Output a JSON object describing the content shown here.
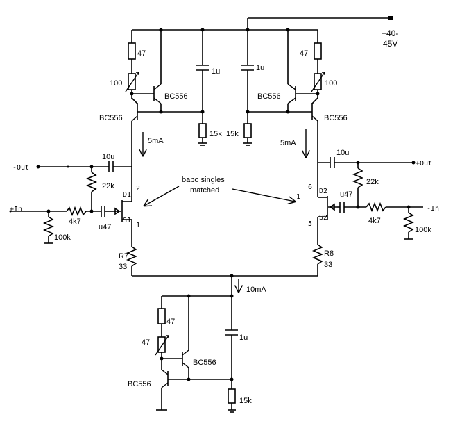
{
  "labels": {
    "supply_line1": "+40-",
    "supply_line2": "45V",
    "r47_left": "47",
    "trim100_left": "100",
    "bc556_left_upper": "BC556",
    "bc556_left_lower": "BC556",
    "cap1u_left": "1u",
    "r15k_left": "15k",
    "i5ma_left": "5mA",
    "r47_right": "47",
    "trim100_right": "100",
    "bc556_right_upper": "BC556",
    "bc556_right_lower": "BC556",
    "cap1u_right": "1u",
    "r15k_right": "15k",
    "i5ma_right": "5mA",
    "out_minus": "-Out",
    "cap10u_left": "10u",
    "r22k_left": "22k",
    "in_plus": "+In",
    "r4k7_left": "4k7",
    "capu47_left": "u47",
    "r100k_left": "100k",
    "d1": "D1",
    "s1": "S1",
    "pin2": "2",
    "pin1": "1",
    "r7": "R7",
    "r7_value": "33",
    "note_line1": "babo singles",
    "note_line2": "matched",
    "pin1_right": "1",
    "cap10u_right": "10u",
    "out_plus": "+Out",
    "r22k_right": "22k",
    "capu47_right": "u47",
    "d2": "D2",
    "s2": "S2",
    "pin6": "6",
    "pin5": "5",
    "r4k7_right": "4k7",
    "in_minus": "-In",
    "r100k_right": "100k",
    "r8": "R8",
    "r8_value": "33",
    "i10ma": "10mA",
    "r47_tail": "47",
    "trim47_tail": "47",
    "bc556_tail_upper": "BC556",
    "bc556_tail_lower": "BC556",
    "cap1u_tail": "1u",
    "r15k_tail": "15k"
  }
}
